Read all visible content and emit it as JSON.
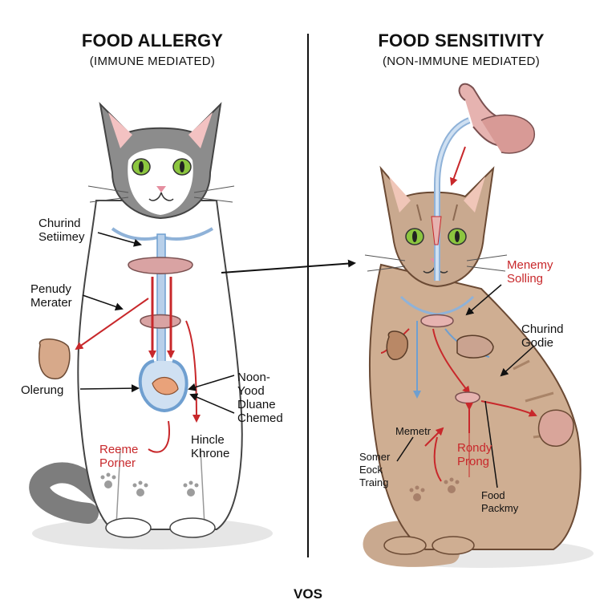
{
  "left": {
    "title": "FOOD ALLERGY",
    "subtitle": "(IMMUNE MEDIATED)",
    "labels": {
      "churind": "Churind\nSetiimey",
      "penudy": "Penudy\nMerater",
      "olerung": "Olerung",
      "noon": "Noon-\nYood\nDluane\nChemed",
      "hincle": "Hincle\nKhrone",
      "reeme": "Reeme\nPorner"
    }
  },
  "right": {
    "title": "FOOD SENSITIVITY",
    "subtitle": "(NON-IMMUNE MEDIATED)",
    "labels": {
      "menemy": "Menemy\nSolling",
      "churind": "Churind\nGodie",
      "memetr": "Memetr",
      "somer": "Somer\nEock\nTraing",
      "rondy": "Rondy\nProng",
      "food": "Food\nPackmy"
    }
  },
  "footer": "VOS",
  "colors": {
    "red": "#c8282b",
    "blue": "#6f9fd0",
    "pink": "#d9a3a3",
    "grey_cat": "#8a8a8a",
    "tabby": "#c9a98f"
  }
}
